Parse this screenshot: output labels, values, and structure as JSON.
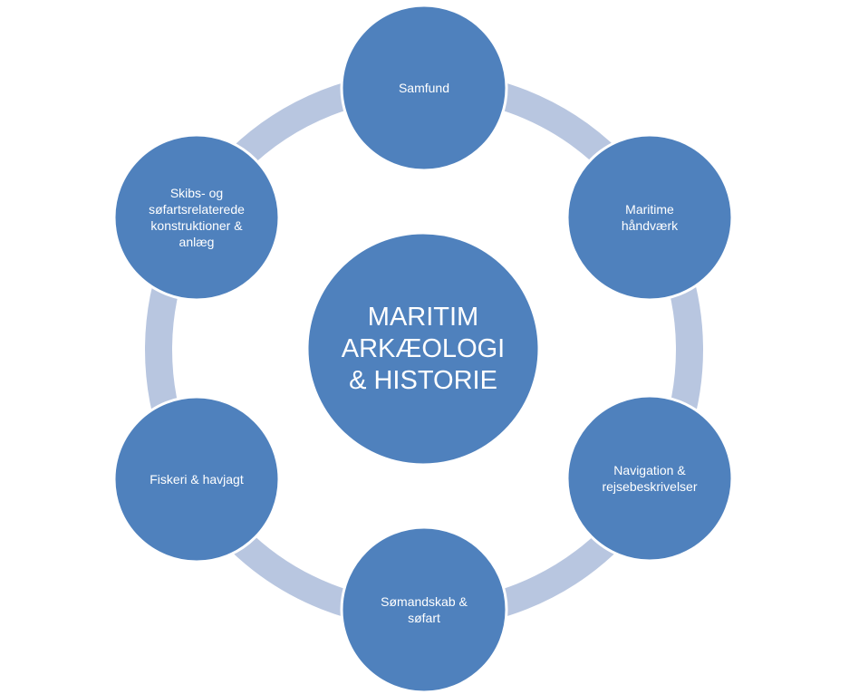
{
  "diagram": {
    "center_title": "MARITIM\nARKÆOLOGI\n& HISTORIE",
    "nodes": [
      {
        "label": "Samfund"
      },
      {
        "label": "Maritime\nhåndværk"
      },
      {
        "label": "Navigation &\nrejsebeskrivelser"
      },
      {
        "label": "Sømandskab &\nsøfart"
      },
      {
        "label": "Fiskeri & havjagt"
      },
      {
        "label": "Skibs- og\nsøfartsrelaterede\nkonstruktioner &\nanlæg"
      }
    ]
  },
  "colors": {
    "node_fill": "#4F81BD",
    "ring": "#B8C6E0",
    "text": "#FFFFFF",
    "node_border": "#FFFFFF"
  }
}
